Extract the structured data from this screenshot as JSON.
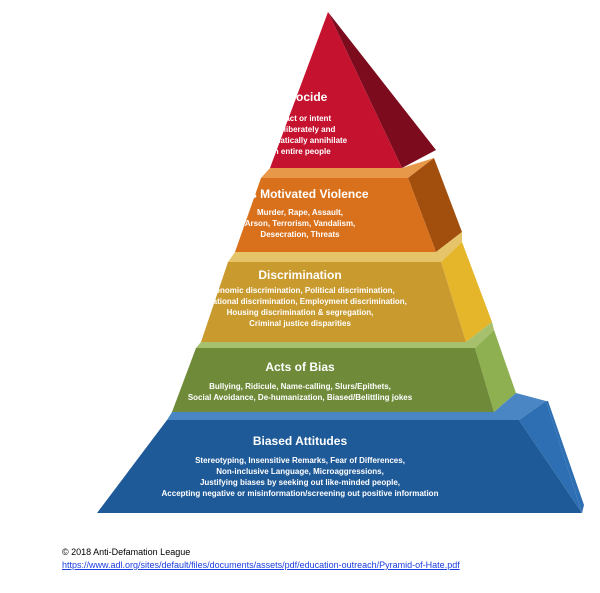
{
  "tiers": [
    {
      "key": "genocide",
      "title": "Genocide",
      "lines": [
        "The act or intent",
        "to deliberately and",
        "systematically annihilate",
        "an entire people"
      ],
      "colors": {
        "front": "#c4122f",
        "side": "#7d0b1e",
        "top": "#d83a52"
      }
    },
    {
      "key": "bias-motivated-violence",
      "title": "Bias Motivated Violence",
      "lines": [
        "Murder, Rape, Assault,",
        "Arson, Terrorism, Vandalism,",
        "Desecration, Threats"
      ],
      "colors": {
        "front": "#d9711c",
        "side": "#a24e0d",
        "top": "#e89849"
      }
    },
    {
      "key": "discrimination",
      "title": "Discrimination",
      "lines": [
        "Economic discrimination, Political discrimination,",
        "Educational discrimination, Employment discrimination,",
        "Housing discrimination & segregation,",
        "Criminal justice disparities"
      ],
      "colors": {
        "front": "#c99a2e",
        "side": "#e5b62a",
        "top": "#e6c56a"
      }
    },
    {
      "key": "acts-of-bias",
      "title": "Acts of Bias",
      "lines": [
        "Bullying, Ridicule, Name-calling, Slurs/Epithets,",
        "Social Avoidance, De-humanization, Biased/Belittling jokes"
      ],
      "colors": {
        "front": "#6f8b3a",
        "side": "#8eb050",
        "top": "#a7c06d"
      }
    },
    {
      "key": "biased-attitudes",
      "title": "Biased Attitudes",
      "lines": [
        "Stereotyping, Insensitive Remarks, Fear of Differences,",
        "Non-inclusive Language, Microaggressions,",
        "Justifying biases by seeking out like-minded people,",
        "Accepting negative or misinformation/screening out positive information"
      ],
      "colors": {
        "front": "#1f5a98",
        "side": "#2e6fb3",
        "top": "#4a86c3"
      }
    }
  ],
  "footer": {
    "copyright": "© 2018 Anti-Defamation League",
    "url": "https://www.adl.org/sites/default/files/documents/assets/pdf/education-outreach/Pyramid-of-Hate.pdf"
  }
}
